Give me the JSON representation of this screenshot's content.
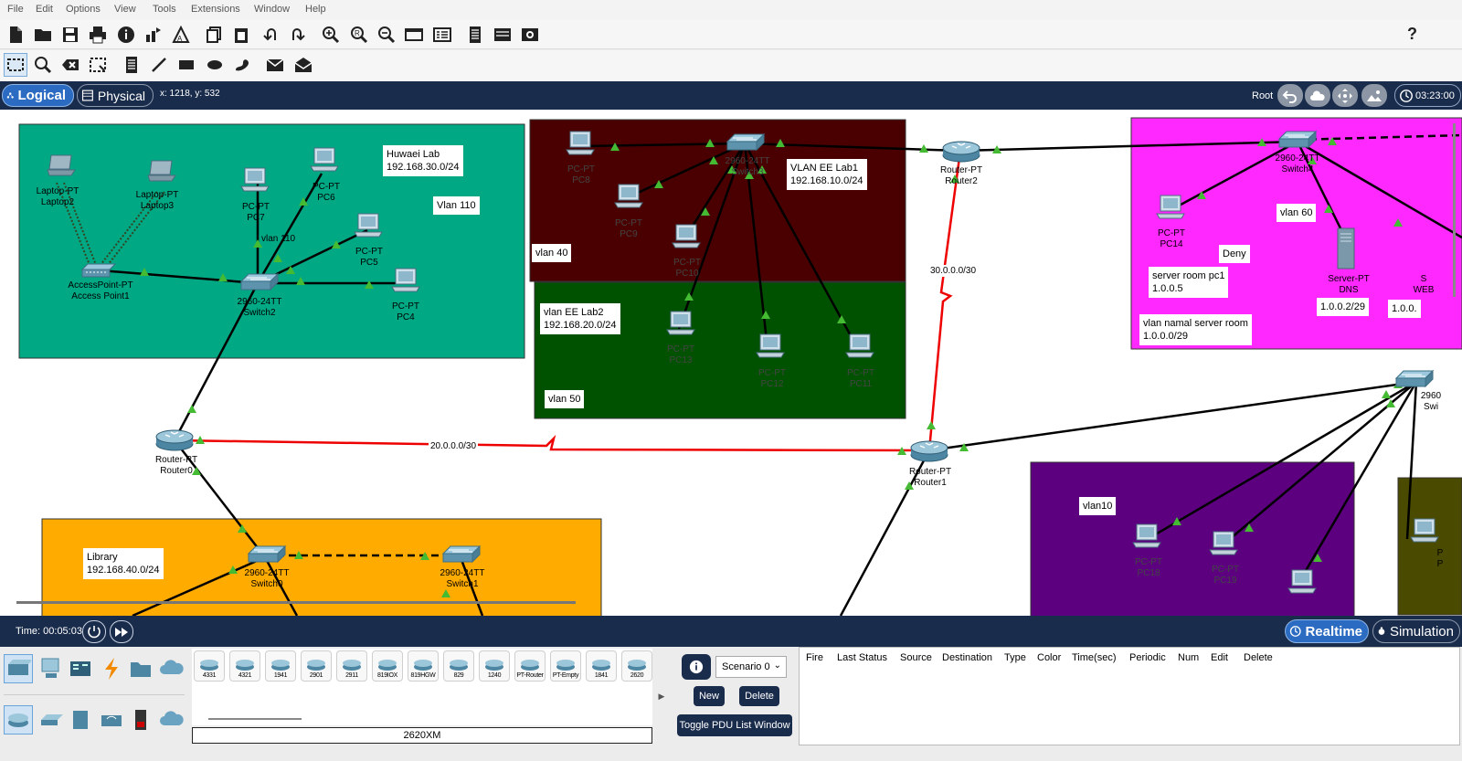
{
  "menu": [
    "File",
    "Edit",
    "Options",
    "View",
    "Tools",
    "Extensions",
    "Window",
    "Help"
  ],
  "toolbar": {
    "main_icons": [
      "new-file-icon",
      "open-folder-icon",
      "save-icon",
      "print-icon",
      "info-icon",
      "activity-wizard-icon",
      "custom-device-icon",
      "copy-icon",
      "paste-icon",
      "undo-icon",
      "redo-icon",
      "zoom-in-icon",
      "zoom-reset-icon",
      "zoom-out-icon",
      "drawing-palette-icon",
      "custom-devices-dialog-icon",
      "pdu-list-icon",
      "network-info-icon",
      "screenshot-icon"
    ],
    "help": "?",
    "edit_icons": [
      "select-icon",
      "inspect-icon",
      "delete-icon",
      "resize-icon",
      "note-icon",
      "line-icon",
      "rectangle-icon",
      "ellipse-icon",
      "freeform-icon",
      "add-simple-pdu-icon",
      "add-complex-pdu-icon"
    ]
  },
  "modes": {
    "logical": "Logical",
    "physical": "Physical"
  },
  "coords": "x: 1218, y: 532",
  "root_label": "Root",
  "clock": "03:23:00",
  "areas": {
    "huawei": "Huwaei Lab\n192.168.30.0/24",
    "vlan110box": "Vlan 110",
    "vlan110link": "vlan 110",
    "eelab1": "VLAN EE Lab1\n192.168.10.0/24",
    "vlan40": "vlan 40",
    "eelab2": "vlan EE Lab2\n192.168.20.0/24",
    "vlan50": "vlan 50",
    "vlan60": "vlan 60",
    "deny": "Deny",
    "serverpc1": "server room pc1\n1.0.0.5",
    "serverroom": "vlan namal server room\n1.0.0.0/29",
    "dnsip": "1.0.0.2/29",
    "webip": "1.0.0.",
    "vlan10": "vlan10",
    "library": "Library\n192.168.40.0/24"
  },
  "links": {
    "r0r1": "20.0.0.0/30",
    "r1r2": "30.0.0.0/30"
  },
  "devices": [
    {
      "id": "laptop2",
      "label": "Laptop-PT\nLaptop2"
    },
    {
      "id": "laptop3",
      "label": "Laptop-PT\nLaptop3"
    },
    {
      "id": "ap1",
      "label": "AccessPoint-PT\nAccess Point1"
    },
    {
      "id": "pc7",
      "label": "PC-PT\nPC7"
    },
    {
      "id": "pc6",
      "label": "PC-PT\nPC6"
    },
    {
      "id": "pc5",
      "label": "PC-PT\nPC5"
    },
    {
      "id": "pc4",
      "label": "PC-PT\nPC4"
    },
    {
      "id": "switch2",
      "label": "2960-24TT\nSwitch2"
    },
    {
      "id": "pc8",
      "label": "PC-PT\nPC8"
    },
    {
      "id": "pc9",
      "label": "PC-PT\nPC9"
    },
    {
      "id": "pc10",
      "label": "PC-PT\nPC10"
    },
    {
      "id": "switch3",
      "label": "2960-24TT\nSwitch3"
    },
    {
      "id": "pc13",
      "label": "PC-PT\nPC13"
    },
    {
      "id": "pc12",
      "label": "PC-PT\nPC12"
    },
    {
      "id": "pc11",
      "label": "PC-PT\nPC11"
    },
    {
      "id": "router2",
      "label": "Router-PT\nRouter2"
    },
    {
      "id": "switch4",
      "label": "2960-24TT\nSwitch4"
    },
    {
      "id": "pc14",
      "label": "PC-PT\nPC14"
    },
    {
      "id": "dns",
      "label": "Server-PT\nDNS"
    },
    {
      "id": "web",
      "label": "S\nWEB"
    },
    {
      "id": "router0",
      "label": "Router-PT\nRouter0"
    },
    {
      "id": "router1",
      "label": "Router-PT\nRouter1"
    },
    {
      "id": "switch0",
      "label": "2960-24TT\nSwitch0"
    },
    {
      "id": "switch1",
      "label": "2960-24TT\nSwitch1"
    },
    {
      "id": "pc18",
      "label": "PC-PT\nPC18"
    },
    {
      "id": "pc19",
      "label": "PC-PT\nPC19"
    },
    {
      "id": "switch5",
      "label": "2960\nSwi"
    },
    {
      "id": "edge1",
      "label": "P\nP"
    }
  ],
  "sim": {
    "time": "Time: 00:05:03",
    "realtime": "Realtime",
    "simulation": "Simulation"
  },
  "device_list": [
    "4331",
    "4321",
    "1941",
    "2901",
    "2911",
    "819IOX",
    "819HGW",
    "829",
    "1240",
    "PT-Router",
    "PT-Empty",
    "1841",
    "2620"
  ],
  "device_selected": "2620XM",
  "scenario": {
    "value": "Scenario 0",
    "new": "New",
    "delete": "Delete",
    "toggle": "Toggle PDU List Window"
  },
  "pdu_columns": [
    "Fire",
    "Last Status",
    "Source",
    "Destination",
    "Type",
    "Color",
    "Time(sec)",
    "Periodic",
    "Num",
    "Edit",
    "Delete"
  ],
  "colors": {
    "accent": "#2b6bc1",
    "nav": "#1a2c4c",
    "teal": "#00a884",
    "maroon": "#4a0000",
    "green": "#005200",
    "magenta": "#ff28ff",
    "orange": "#ffab00",
    "purple": "#5c0080",
    "olive": "#4a4a00"
  }
}
